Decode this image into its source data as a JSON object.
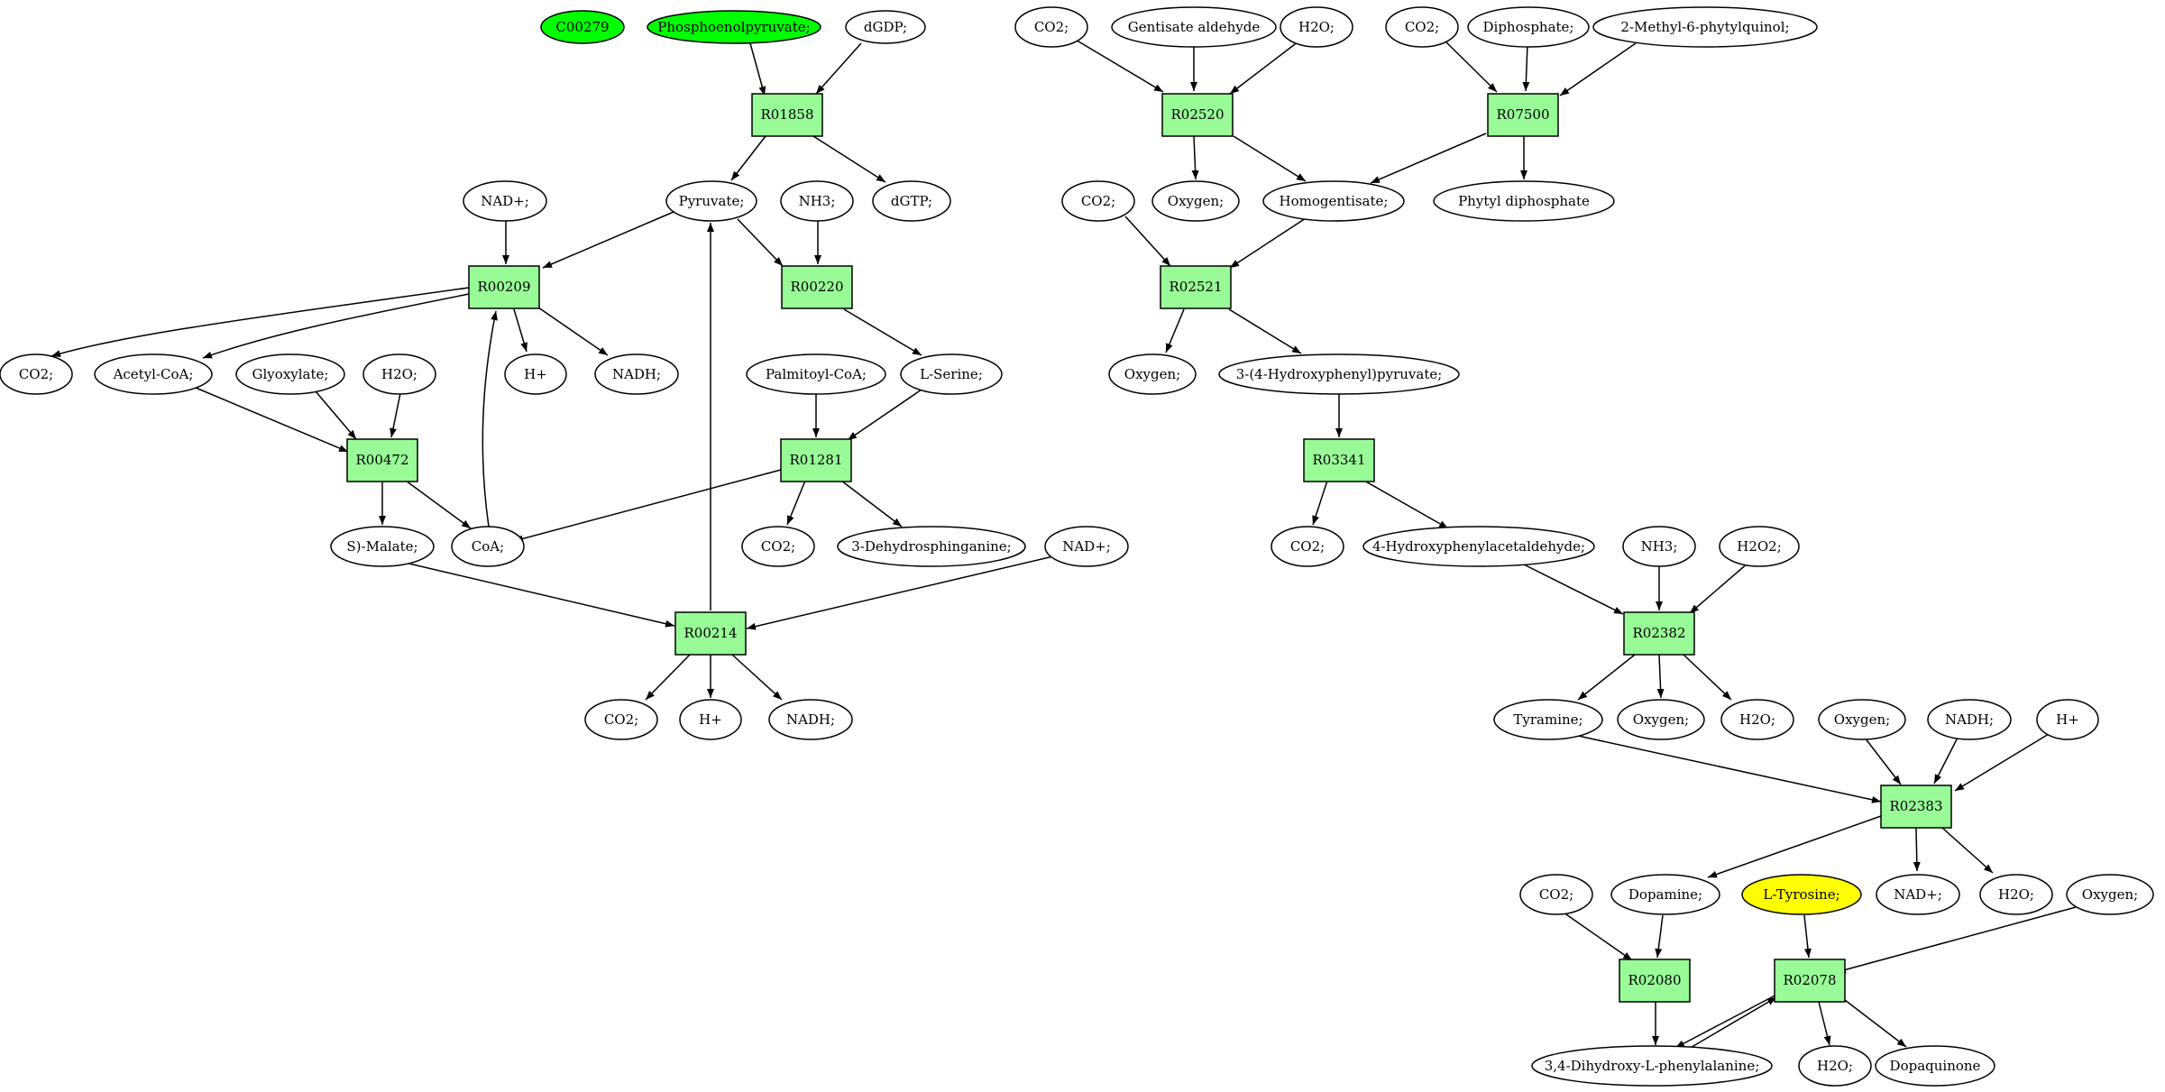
{
  "colors": {
    "reaction_fill": "#98fb98",
    "compound_fill": "#ffffff",
    "start_fill": "#00ff00",
    "target_fill": "#ffff00",
    "stroke": "#000000"
  },
  "reactions": {
    "r01858": "R01858",
    "r00209": "R00209",
    "r00220": "R00220",
    "r00472": "R00472",
    "r01281": "R01281",
    "r00214": "R00214",
    "r02520": "R02520",
    "r07500": "R07500",
    "r02521": "R02521",
    "r03341": "R03341",
    "r02382": "R02382",
    "r02383": "R02383",
    "r02080": "R02080",
    "r02078": "R02078"
  },
  "compounds": {
    "c00279": "C00279",
    "pep": "Phosphoenolpyruvate;",
    "dgdp": "dGDP;",
    "dgtp": "dGTP;",
    "pyruvate": "Pyruvate;",
    "nh3_a": "NH3;",
    "nad_a": "NAD+;",
    "co2_a": "CO2;",
    "acetylcoa": "Acetyl-CoA;",
    "glyoxylate": "Glyoxylate;",
    "h2o_a": "H2O;",
    "hplus_a": "H+",
    "nadh_a": "NADH;",
    "palmitoylcoa": "Palmitoyl-CoA;",
    "lserine": "L-Serine;",
    "smalate": "S)-Malate;",
    "coa": "CoA;",
    "co2_b": "CO2;",
    "dehydrosph": "3-Dehydrosphinganine;",
    "nad_b": "NAD+;",
    "co2_c": "CO2;",
    "hplus_b": "H+",
    "nadh_b": "NADH;",
    "co2_d": "CO2;",
    "gentisate": "Gentisate aldehyde",
    "h2o_b": "H2O;",
    "co2_e": "CO2;",
    "diphosphate": "Diphosphate;",
    "methylphytyl": "2-Methyl-6-phytylquinol;",
    "oxygen_a": "Oxygen;",
    "homogentisate": "Homogentisate;",
    "phytyldp": "Phytyl diphosphate",
    "co2_f": "CO2;",
    "oxygen_b": "Oxygen;",
    "hpp": "3-(4-Hydroxyphenyl)pyruvate;",
    "co2_g": "CO2;",
    "hpa": "4-Hydroxyphenylacetaldehyde;",
    "nh3_b": "NH3;",
    "h2o2": "H2O2;",
    "tyramine": "Tyramine;",
    "oxygen_c": "Oxygen;",
    "h2o_c": "H2O;",
    "oxygen_d": "Oxygen;",
    "nadh_c": "NADH;",
    "hplus_c": "H+",
    "co2_h": "CO2;",
    "dopamine": "Dopamine;",
    "ltyrosine": "L-Tyrosine;",
    "nad_c": "NAD+;",
    "h2o_d": "H2O;",
    "oxygen_e": "Oxygen;",
    "ldopa": "3,4-Dihydroxy-L-phenylalanine;",
    "h2o_e": "H2O;",
    "dopaquinone": "Dopaquinone"
  }
}
